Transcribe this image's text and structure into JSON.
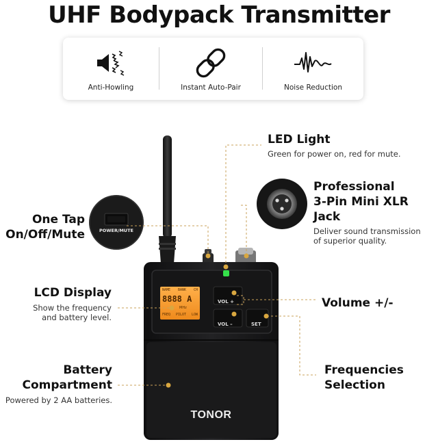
{
  "title": "UHF Bodypack Transmitter",
  "features": [
    {
      "label": "Anti-Howling",
      "icon": "speaker-vibration-icon"
    },
    {
      "label": "Instant Auto-Pair",
      "icon": "link-icon"
    },
    {
      "label": "Noise Reduction",
      "icon": "waveform-icon"
    }
  ],
  "callouts": {
    "led": {
      "heading": "LED Light",
      "sub": "Green for power on, red for mute."
    },
    "xlr": {
      "heading_1": "Professional",
      "heading_2": "3-Pin Mini XLR Jack",
      "sub_1": "Deliver sound transmission",
      "sub_2": "of superior quality."
    },
    "power": {
      "heading_1": "One Tap",
      "heading_2": "On/Off/Mute",
      "button_label": "POWER/MUTE"
    },
    "lcd": {
      "heading": "LCD Display",
      "sub_1": "Show the frequency",
      "sub_2": "and battery level."
    },
    "volume": {
      "heading": "Volume +/-"
    },
    "battery": {
      "heading_1": "Battery",
      "heading_2": "Compartment",
      "sub": "Powered by 2 AA batteries."
    },
    "frequency": {
      "heading_1": "Frequencies",
      "heading_2": "Selection"
    }
  },
  "device": {
    "brand": "TONOR",
    "lcd_top_labels": [
      "NAME",
      "BANK",
      "CH"
    ],
    "lcd_digits": "8888 A",
    "lcd_bottom_labels": [
      "FREQ",
      "PILOT",
      "LOW"
    ],
    "lcd_mhz": "MHz",
    "vol_plus": "VOL +",
    "vol_minus": "VOL –",
    "set": "SET"
  },
  "colors": {
    "accent_dot": "#d9a740",
    "led_green": "#35e04a",
    "lcd_orange": "#f39a2c",
    "device_body": "#1b1b1d"
  }
}
